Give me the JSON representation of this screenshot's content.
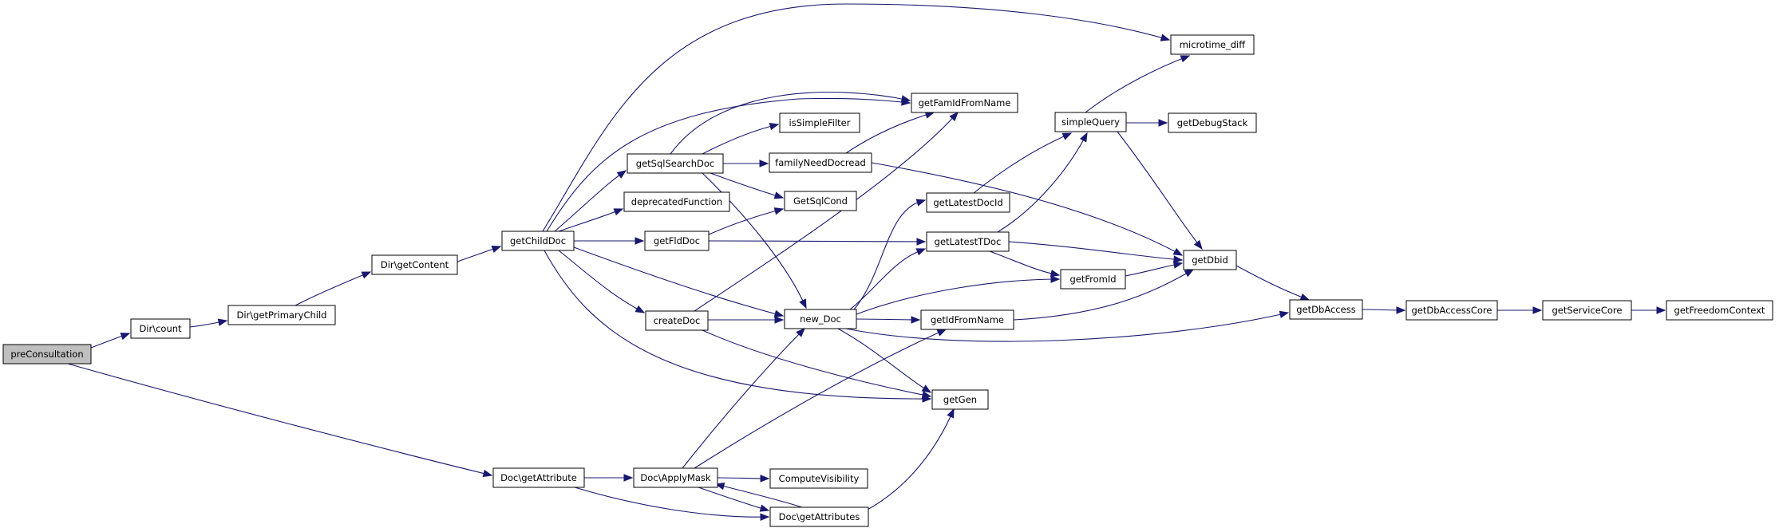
{
  "graph": {
    "root": "preConsultation",
    "nodes": [
      {
        "id": "preConsultation",
        "label": "preConsultation",
        "root": true
      },
      {
        "id": "dircount",
        "label": "Dir\\count"
      },
      {
        "id": "dirgetprimarychild",
        "label": "Dir\\getPrimaryChild"
      },
      {
        "id": "dirgetcontent",
        "label": "Dir\\getContent"
      },
      {
        "id": "getchilddoc",
        "label": "getChildDoc"
      },
      {
        "id": "getsqlsearchdoc",
        "label": "getSqlSearchDoc"
      },
      {
        "id": "deprecatedfunction",
        "label": "deprecatedFunction"
      },
      {
        "id": "getflddoc",
        "label": "getFldDoc"
      },
      {
        "id": "createdoc",
        "label": "createDoc"
      },
      {
        "id": "new_doc",
        "label": "new_Doc"
      },
      {
        "id": "getfamidfromname",
        "label": "getFamIdFromName"
      },
      {
        "id": "issimplefilter",
        "label": "isSimpleFilter"
      },
      {
        "id": "familyneeddocread",
        "label": "familyNeedDocread"
      },
      {
        "id": "getsqlcond",
        "label": "GetSqlCond"
      },
      {
        "id": "getlatestdocid",
        "label": "getLatestDocId"
      },
      {
        "id": "getlatesttdoc",
        "label": "getLatestTDoc"
      },
      {
        "id": "getidfromname",
        "label": "getIdFromName"
      },
      {
        "id": "getgen",
        "label": "getGen"
      },
      {
        "id": "microtime_diff",
        "label": "microtime_diff"
      },
      {
        "id": "simplequery",
        "label": "simpleQuery"
      },
      {
        "id": "getdebugstack",
        "label": "getDebugStack"
      },
      {
        "id": "getfromid",
        "label": "getFromId"
      },
      {
        "id": "getdbid",
        "label": "getDbid"
      },
      {
        "id": "getdbaccess",
        "label": "getDbAccess"
      },
      {
        "id": "getdbaccesscore",
        "label": "getDbAccessCore"
      },
      {
        "id": "getservicecore",
        "label": "getServiceCore"
      },
      {
        "id": "getfreedomcontext",
        "label": "getFreedomContext"
      },
      {
        "id": "docgetattribute",
        "label": "Doc\\getAttribute"
      },
      {
        "id": "docapplymask",
        "label": "Doc\\ApplyMask"
      },
      {
        "id": "computevisibility",
        "label": "ComputeVisibility"
      },
      {
        "id": "docgetattributes",
        "label": "Doc\\getAttributes"
      }
    ],
    "edges": [
      [
        "preConsultation",
        "dircount"
      ],
      [
        "preConsultation",
        "docgetattribute"
      ],
      [
        "dircount",
        "dirgetprimarychild"
      ],
      [
        "dirgetprimarychild",
        "dirgetcontent"
      ],
      [
        "dirgetcontent",
        "getchilddoc"
      ],
      [
        "getchilddoc",
        "microtime_diff"
      ],
      [
        "getchilddoc",
        "getfamidfromname"
      ],
      [
        "getchilddoc",
        "getsqlsearchdoc"
      ],
      [
        "getchilddoc",
        "deprecatedfunction"
      ],
      [
        "getchilddoc",
        "getflddoc"
      ],
      [
        "getchilddoc",
        "createdoc"
      ],
      [
        "getchilddoc",
        "new_doc"
      ],
      [
        "getchilddoc",
        "getgen"
      ],
      [
        "getsqlsearchdoc",
        "getfamidfromname"
      ],
      [
        "getsqlsearchdoc",
        "issimplefilter"
      ],
      [
        "getsqlsearchdoc",
        "familyneeddocread"
      ],
      [
        "getsqlsearchdoc",
        "getsqlcond"
      ],
      [
        "getsqlsearchdoc",
        "new_doc"
      ],
      [
        "familyneeddocread",
        "getfamidfromname"
      ],
      [
        "familyneeddocread",
        "getdbid"
      ],
      [
        "getflddoc",
        "getsqlcond"
      ],
      [
        "getflddoc",
        "getlatesttdoc"
      ],
      [
        "createdoc",
        "getfamidfromname"
      ],
      [
        "createdoc",
        "new_doc"
      ],
      [
        "createdoc",
        "getgen"
      ],
      [
        "new_doc",
        "getlatestdocid"
      ],
      [
        "new_doc",
        "getlatesttdoc"
      ],
      [
        "new_doc",
        "getfromid"
      ],
      [
        "new_doc",
        "getidfromname"
      ],
      [
        "new_doc",
        "getdbaccess"
      ],
      [
        "new_doc",
        "getgen"
      ],
      [
        "getlatestdocid",
        "simplequery"
      ],
      [
        "getlatesttdoc",
        "simplequery"
      ],
      [
        "getlatesttdoc",
        "getdbid"
      ],
      [
        "getlatesttdoc",
        "getfromid"
      ],
      [
        "getidfromname",
        "getdbid"
      ],
      [
        "simplequery",
        "microtime_diff"
      ],
      [
        "simplequery",
        "getdebugstack"
      ],
      [
        "simplequery",
        "getdbid"
      ],
      [
        "getfromid",
        "getdbid"
      ],
      [
        "getdbid",
        "getdbaccess"
      ],
      [
        "getdbaccess",
        "getdbaccesscore"
      ],
      [
        "getdbaccesscore",
        "getservicecore"
      ],
      [
        "getservicecore",
        "getfreedomcontext"
      ],
      [
        "docgetattribute",
        "docapplymask"
      ],
      [
        "docgetattribute",
        "docgetattributes"
      ],
      [
        "docapplymask",
        "new_doc"
      ],
      [
        "docapplymask",
        "getidfromname"
      ],
      [
        "docapplymask",
        "computevisibility"
      ],
      [
        "docapplymask",
        "docgetattributes"
      ],
      [
        "docgetattributes",
        "docapplymask"
      ],
      [
        "docgetattributes",
        "getgen"
      ]
    ]
  }
}
